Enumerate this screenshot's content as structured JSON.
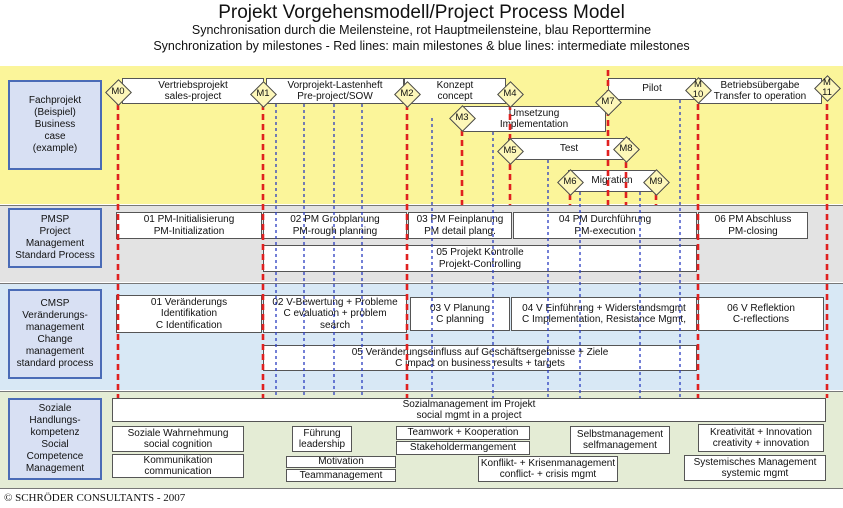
{
  "title": {
    "main": "Projekt Vorgehensmodell/Project Process Model",
    "sub1": "Synchronisation durch die Meilensteine, rot Hauptmeilensteine, blau Reporttermine",
    "sub2": "Synchronization by milestones - Red lines: main milestones & blue lines: intermediate milestones"
  },
  "rows": {
    "fach": "Fachprojekt\n(Beispiel)\nBusiness\ncase\n(example)",
    "pmsp": "PMSP\nProject Management\nStandard Process",
    "cmsp": "CMSP\nVeränderungs-\nmanagement\nChange\nmanagement\nstandard process",
    "social": "Soziale\nHandlungs-\nkompetenz\nSocial\nCompetence\nManagement"
  },
  "milestones": {
    "m0": "M0",
    "m1": "M1",
    "m2": "M2",
    "m3": "M3",
    "m4": "M4",
    "m5": "M5",
    "m6": "M6",
    "m7": "M7",
    "m8": "M8",
    "m9": "M9",
    "m10": "M\n10",
    "m11": "M\n11"
  },
  "phases": {
    "vertrieb": "Vertriebsprojekt\nsales-project",
    "vorprojekt": "Vorprojekt-Lastenheft\nPre-project/SOW",
    "konzept": "Konzept\nconcept",
    "pilot": "Pilot",
    "uebergabe": "Betriebsübergabe\nTransfer to operation",
    "umsetzung": "Umsetzung\nImplementation",
    "test": "Test",
    "migration": "Migration"
  },
  "pm": {
    "p1": "01 PM-Initialisierung\nPM-Initialization",
    "p2": "02 PM Grobplanung\nPM-rough planning",
    "p3": "03 PM Feinplanung\nPM detail plang.",
    "p4": "04 PM Durchführung\nPM-execution",
    "p6": "06 PM Abschluss\nPM-closing",
    "p5": "05 Projekt Kontrolle\nProjekt-Controlling"
  },
  "cm": {
    "c1": "01 Veränderungs\nIdentifikation\nC Identification",
    "c2": "02 V-Bewertung + Probleme\nC evaluation + problem\nsearch",
    "c3": "03 V Planung\nC planning",
    "c4": "04 V Einführung + Widerstandsmgmt\nC Implementation, Resistance Mgmt,",
    "c6": "06 V Reflektion\nC-reflections",
    "c5": "05 Veränderungseinfluss auf Geschäftsergebnisse + Ziele\nC impact on business results + targets"
  },
  "social": {
    "main": "Sozialmanagement im Projekt\nsocial mgmt in a project",
    "wahrnehmung": "Soziale Wahrnehmung\nsocial cognition",
    "kommunikation": "Kommunikation\ncommunication",
    "fuehrung": "Führung\nleadership",
    "motivation": "Motivation",
    "team": "Teammanagement",
    "teamwork": "Teamwork + Kooperation",
    "stakeholder": "Stakeholdermangement",
    "konflikt": "Konflikt- + Krisenmanagement\nconflict- + crisis mgmt",
    "selbst": "Selbstmanagement\nselfmanagement",
    "kreativ": "Kreativität + Innovation\ncreativity + innovation",
    "system": "Systemisches Management\nsystemic mgmt"
  },
  "footer": "© SCHRÖDER CONSULTANTS - 2007",
  "colors": {
    "main_milestone_line": "#e02020",
    "report_line": "#2a3cc0",
    "yellow_band": "#fbf59a",
    "blue_band": "#d8e8f5",
    "green_band": "#e4ecd5",
    "grey_band": "#e3e3e3"
  }
}
